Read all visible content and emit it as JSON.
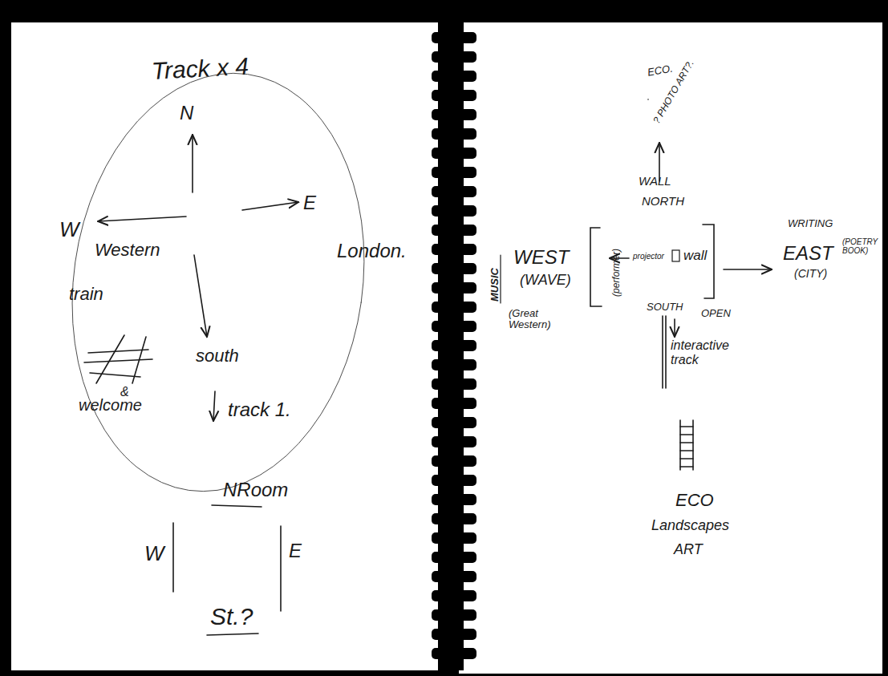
{
  "diagram": {
    "labels": [
      "Track x 4",
      "N",
      "W",
      "E",
      "Western",
      "London.",
      "train",
      "&",
      "welcome",
      "south",
      "track 1.",
      "NRoom",
      "W",
      "E",
      "St.?",
      "ECO.",
      "? PHOTO ART?.",
      "WALL",
      "NORTH",
      "MUSIC",
      "WEST",
      "(WAVE)",
      "(Great Western)",
      "(performer)",
      "projector",
      "wall",
      "WRITING",
      "EAST",
      "(POETRY BOOK)",
      "(CITY)",
      "SOUTH",
      "OPEN",
      "interactive track",
      "ECO",
      "Landscapes",
      "ART"
    ]
  }
}
